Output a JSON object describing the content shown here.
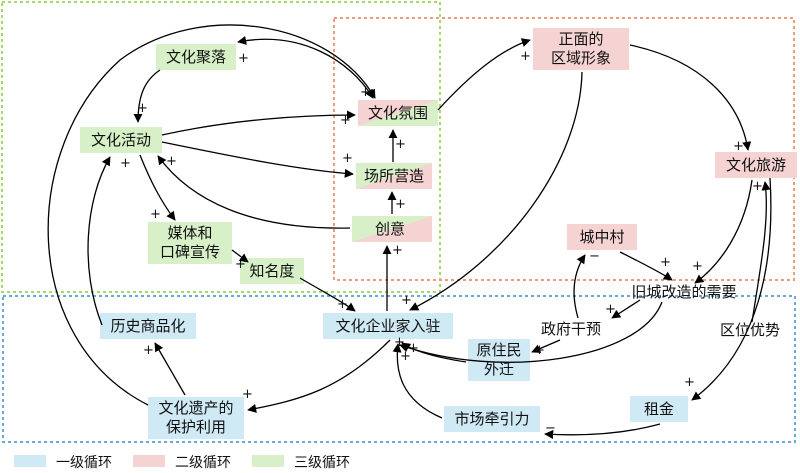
{
  "colors": {
    "level1": "#cfe9f5",
    "level2": "#f6d3d3",
    "level3": "#d8f0c8",
    "level1_border": "#6aa9dd",
    "level2_border": "#ee9a7c",
    "level3_border": "#a6d86b"
  },
  "nodes": {
    "culture_cluster": "文化聚落",
    "culture_atmosphere": "文化氛围",
    "positive_image_l1": "正面的",
    "positive_image_l2": "区域形象",
    "culture_activity": "文化活动",
    "venue_building": "场所营造",
    "culture_tourism": "文化旅游",
    "media_l1": "媒体和",
    "media_l2": "口碑宣传",
    "creativity": "创意",
    "urban_village": "城中村",
    "popularity": "知名度",
    "entrepreneur_entry": "文化企业家入驻",
    "renewal_need": "旧城改造的需要",
    "history_commercial": "历史商品化",
    "gov_intervention": "政府干预",
    "location_advantage": "区位优势",
    "resident_l1": "原住民",
    "resident_l2": "外迁",
    "heritage_l1": "文化遗产的",
    "heritage_l2": "保护利用",
    "rent": "租金",
    "market_pull": "市场牵引力"
  },
  "legend": {
    "level1": "一级循环",
    "level2": "二级循环",
    "level3": "三级循环"
  },
  "signs": {
    "plus": "+",
    "minus": "−"
  }
}
